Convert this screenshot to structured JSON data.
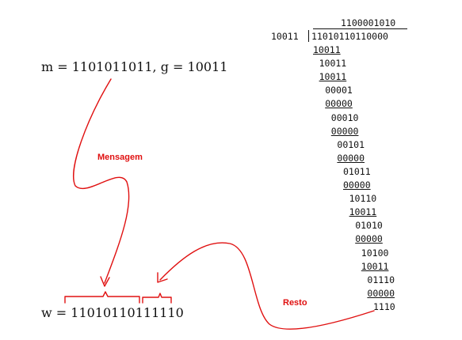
{
  "formulas": {
    "input": "m = 1101011011, g = 10011",
    "output": "w = 11010110111110"
  },
  "labels": {
    "message": "Mensagem",
    "remainder": "Resto"
  },
  "division": {
    "quotient": "1100001010",
    "divisor": "10011",
    "dividend": "11010110110000",
    "rows": [
      {
        "text": "10011",
        "underlined": true
      },
      {
        "text": "10011",
        "underlined": false
      },
      {
        "text": "10011",
        "underlined": true
      },
      {
        "text": "00001",
        "underlined": false
      },
      {
        "text": "00000",
        "underlined": true
      },
      {
        "text": "00010",
        "underlined": false
      },
      {
        "text": "00000",
        "underlined": true
      },
      {
        "text": "00101",
        "underlined": false
      },
      {
        "text": "00000",
        "underlined": true
      },
      {
        "text": "01011",
        "underlined": false
      },
      {
        "text": "00000",
        "underlined": true
      },
      {
        "text": "10110",
        "underlined": false
      },
      {
        "text": "10011",
        "underlined": true
      },
      {
        "text": "01010",
        "underlined": false
      },
      {
        "text": "00000",
        "underlined": true
      },
      {
        "text": "10100",
        "underlined": false
      },
      {
        "text": "10011",
        "underlined": true
      },
      {
        "text": "01110",
        "underlined": false
      },
      {
        "text": "00000",
        "underlined": true
      },
      {
        "text": "1110",
        "underlined": false
      }
    ]
  },
  "colors": {
    "annotation": "#e01010",
    "text": "#111111"
  }
}
